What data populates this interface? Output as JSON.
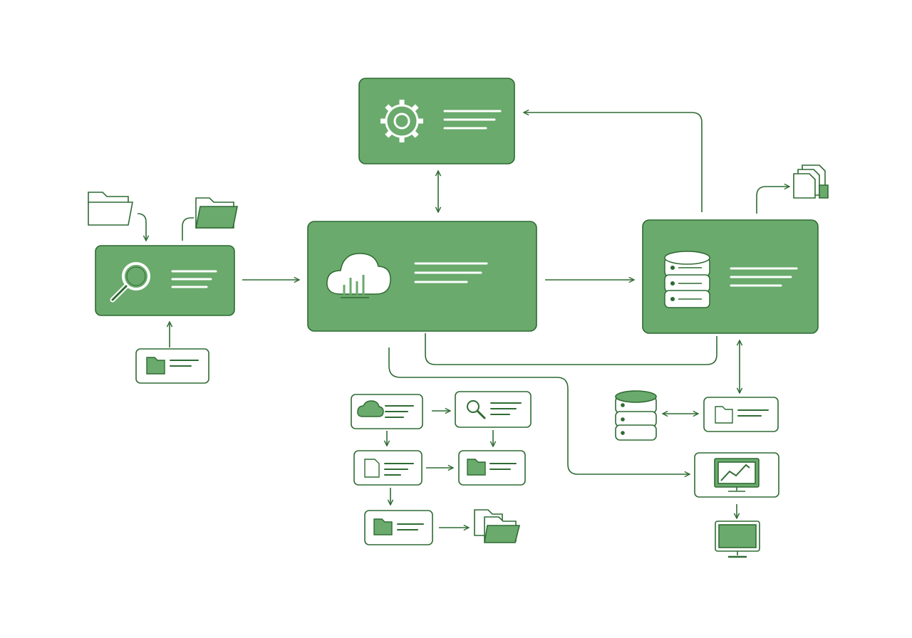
{
  "diagram": {
    "title": "",
    "colors": {
      "fill": "#6aaa6c",
      "stroke": "#2f6b33",
      "line": "#2f6b33",
      "white": "#ffffff"
    },
    "main_nodes": [
      {
        "id": "settings",
        "icon": "gear-icon"
      },
      {
        "id": "search",
        "icon": "magnifier-icon"
      },
      {
        "id": "cloud-analytics",
        "icon": "cloud-chart-icon"
      },
      {
        "id": "database",
        "icon": "database-icon"
      }
    ],
    "small_nodes": [
      {
        "id": "folder-card",
        "icon": "folder-icon"
      },
      {
        "id": "cloud-card",
        "icon": "cloud-icon"
      },
      {
        "id": "search-card",
        "icon": "magnifier-icon"
      },
      {
        "id": "document-card",
        "icon": "document-icon"
      },
      {
        "id": "folder-card-2",
        "icon": "folder-icon"
      },
      {
        "id": "folder-card-3",
        "icon": "folder-icon"
      },
      {
        "id": "folder-card-right",
        "icon": "folder-icon"
      },
      {
        "id": "monitor-chart-card",
        "icon": "monitor-chart-icon"
      }
    ],
    "loose_icons": [
      "open-folder-icon",
      "filled-folder-icon",
      "documents-icon",
      "database-icon",
      "open-folder-icon",
      "monitor-icon"
    ]
  }
}
